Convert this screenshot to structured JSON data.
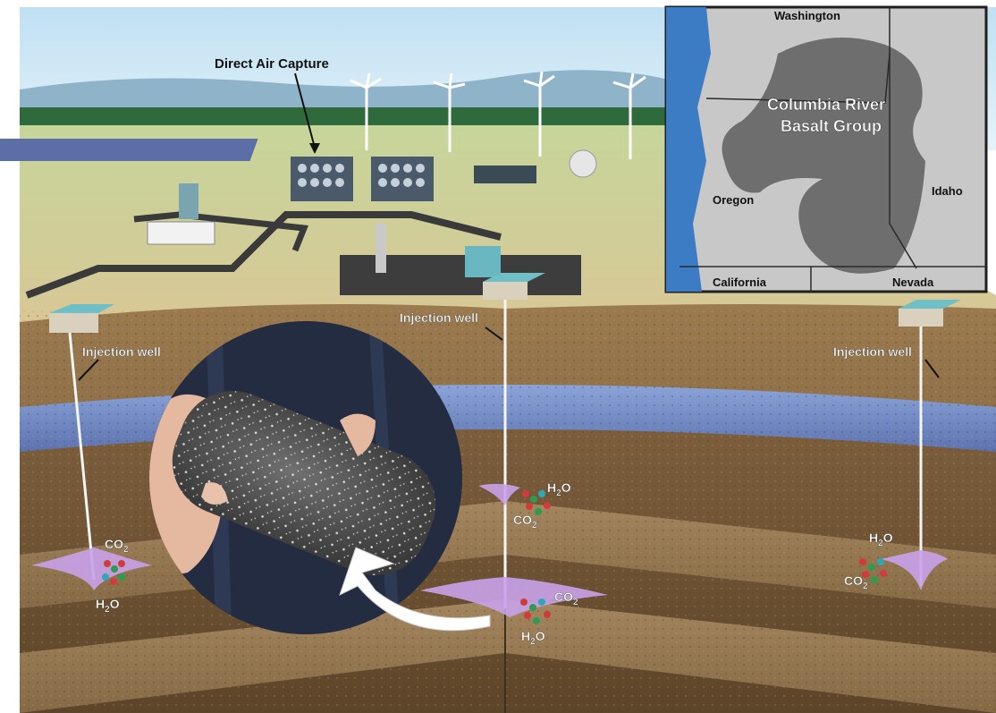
{
  "labels": {
    "direct_air_capture": "Direct Air Capture",
    "injection_well_left": "Injection well",
    "injection_well_center": "Injection well",
    "injection_well_right": "Injection well"
  },
  "molecules": {
    "co2": "CO",
    "h2o_h": "H",
    "h2o_o": "O",
    "subscript": "2"
  },
  "map": {
    "title_line1": "Columbia River",
    "title_line2": "Basalt Group",
    "states": {
      "washington": "Washington",
      "oregon": "Oregon",
      "idaho": "Idaho",
      "california": "California",
      "nevada": "Nevada"
    }
  },
  "colors": {
    "sky": "#cfe7f5",
    "ground_green": "#b5c88a",
    "soil": "#8a6a44",
    "aquifer_blue": "#6f8fcf",
    "injection_plume": "#c9a2ea",
    "basalt_region": "#707070",
    "map_land": "#c8c8c8",
    "map_ocean": "#3c7cc4"
  },
  "icons": [
    "wind-turbine-icon",
    "dac-unit-icon",
    "rock-core-icon",
    "arrow-icon",
    "co2-molecule-icon"
  ]
}
